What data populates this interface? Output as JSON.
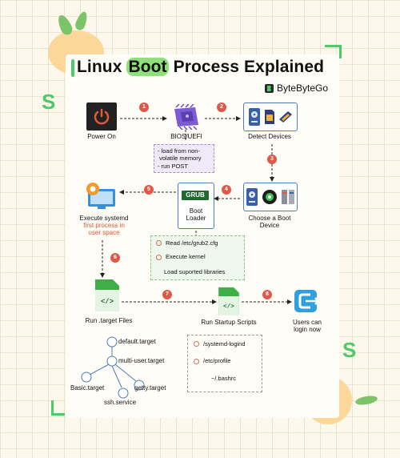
{
  "title": {
    "pre": "Linux ",
    "highlight": "Boot",
    "post": " Process Explained"
  },
  "brand": {
    "name": "ByteByteGo"
  },
  "nodes": {
    "power_on": "Power On",
    "bios": "BIOS/UEFI",
    "detect": "Detect Devices",
    "choose": {
      "line1": "Choose a Boot",
      "line2": "Device"
    },
    "grub_chip": "GRUB",
    "boot_loader": {
      "line1": "Boot",
      "line2": "Loader"
    },
    "systemd": {
      "line1": "Execute systemd",
      "line2": "first process in",
      "line3": "user space"
    },
    "target_files": "Run .target Files",
    "startup": "Run Startup Scripts",
    "login": {
      "line1": "Users can",
      "line2": "login now"
    }
  },
  "steps": [
    "1",
    "2",
    "3",
    "4",
    "5",
    "6",
    "7",
    "8"
  ],
  "notes": {
    "bios": [
      "- load from non-",
      "volatile memory",
      "- run POST"
    ],
    "grub": [
      "Read /etc/grub2.cfg",
      "Execute kernel",
      "Load suported libraries"
    ],
    "scripts": [
      "/systemd-logind",
      "/etc/profile",
      "~/.bashrc"
    ]
  },
  "targets": {
    "default": "default.target",
    "multi_user": "multi-user.target",
    "basic": "Basic.target",
    "getty": "getty.target",
    "ssh": "ssh.service"
  },
  "icons": [
    "power-icon",
    "chip-icon",
    "drive-icon",
    "sd-card-icon",
    "ssd-icon",
    "disk-icon",
    "cd-icon",
    "server-icon",
    "grub-icon",
    "systemd-icon",
    "file-icon",
    "login-icon"
  ],
  "colors": {
    "accent_green": "#4fc96a",
    "highlight": "#8fe07a",
    "badge": "#e0584a",
    "systemd_red": "#e0572e",
    "box_border": "#4d7eb8"
  }
}
